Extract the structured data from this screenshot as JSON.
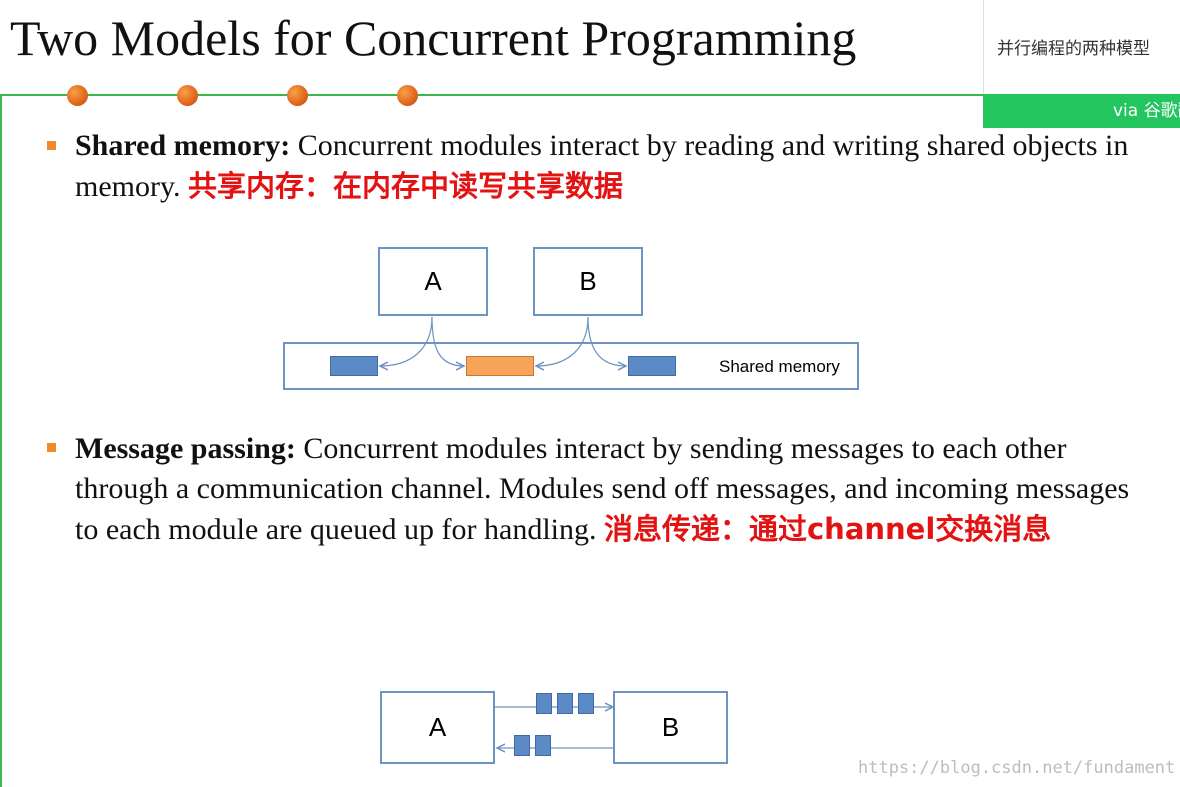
{
  "slide": {
    "title": "Two Models for Concurrent Programming"
  },
  "side_panel": {
    "subtitle": "并行编程的两种模型",
    "via": "via 谷歌翻"
  },
  "bullets": [
    {
      "term": "Shared memory:",
      "text": " Concurrent modules interact by reading and writing shared objects in memory. ",
      "note_cn": "共享内存：在内存中读写共享数据"
    },
    {
      "term": "Message passing:",
      "text": " Concurrent modules interact by sending messages to each other through a communication channel. Modules send off messages, and incoming messages to each module are queued up for handling. ",
      "note_cn": "消息传递：通过channel交换消息"
    }
  ],
  "shared_memory_diagram": {
    "module_a": "A",
    "module_b": "B",
    "memory_label": "Shared memory"
  },
  "message_passing_diagram": {
    "module_a": "A",
    "module_b": "B"
  },
  "watermark": "https://blog.csdn.net/fundament",
  "colors": {
    "accent_green": "#3cb84a",
    "dot_orange": "#e0661a",
    "bullet_orange": "#f08a2a",
    "note_red": "#e31313",
    "box_blue": "#6c93c2",
    "block_blue": "#5b8ac6",
    "block_orange": "#f7a45a"
  }
}
